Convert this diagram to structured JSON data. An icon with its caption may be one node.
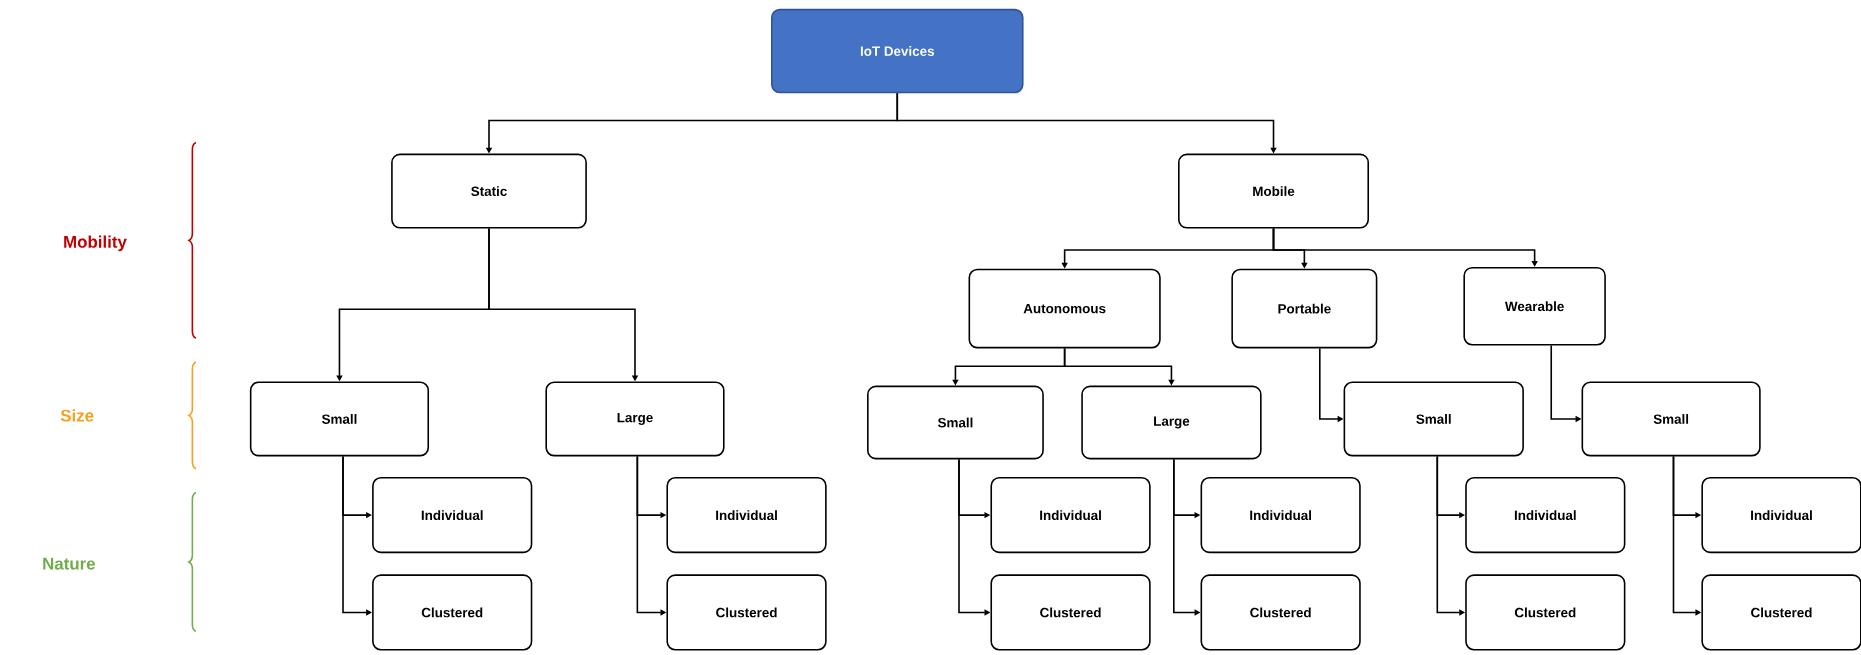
{
  "diagram": {
    "nodes": [
      {
        "text": [
          "IoT Devices"
        ]
      },
      {
        "text": [
          "Static"
        ]
      },
      {
        "text": [
          "Mobile"
        ]
      },
      {
        "text": [
          "Autonomous"
        ]
      },
      {
        "text": [
          "Portable"
        ]
      },
      {
        "text": [
          "Wearable"
        ]
      },
      {
        "text": [
          "Small"
        ]
      },
      {
        "text": [
          "Large"
        ]
      },
      {
        "text": [
          "Small"
        ]
      },
      {
        "text": [
          "Large"
        ]
      },
      {
        "text": [
          "Small"
        ]
      },
      {
        "text": [
          "Small"
        ]
      },
      {
        "text": [
          "Individual"
        ]
      },
      {
        "text": [
          "Clustered"
        ]
      },
      {
        "text": [
          "Individual"
        ]
      },
      {
        "text": [
          "Clustered"
        ]
      },
      {
        "text": [
          "Individual"
        ]
      },
      {
        "text": [
          "Clustered"
        ]
      },
      {
        "text": [
          "Individual"
        ]
      },
      {
        "text": [
          "Clustered"
        ]
      },
      {
        "text": [
          "Individual"
        ]
      },
      {
        "text": [
          "Clustered"
        ]
      },
      {
        "text": [
          "Individual"
        ]
      },
      {
        "text": [
          "Clustered"
        ]
      }
    ],
    "edges": [
      {
        "from": 0,
        "to": 1,
        "arrow": "to"
      },
      {
        "from": 0,
        "to": 2,
        "arrow": "to"
      },
      {
        "from": 1,
        "to": 6,
        "arrow": "to"
      },
      {
        "from": 1,
        "to": 7,
        "arrow": "to"
      },
      {
        "from": 2,
        "to": 3,
        "arrow": "to"
      },
      {
        "from": 2,
        "to": 4,
        "arrow": "to"
      },
      {
        "from": 2,
        "to": 5,
        "arrow": "to"
      },
      {
        "from": 3,
        "to": 8,
        "arrow": "to"
      },
      {
        "from": 3,
        "to": 9,
        "arrow": "to"
      },
      {
        "from": 4,
        "to": 10,
        "arrow": "to"
      },
      {
        "from": 5,
        "to": 11,
        "arrow": "to"
      },
      {
        "from": 6,
        "to": 12,
        "arrow": "to"
      },
      {
        "from": 6,
        "to": 13,
        "arrow": "to"
      },
      {
        "from": 7,
        "to": 14,
        "arrow": "to"
      },
      {
        "from": 7,
        "to": 15,
        "arrow": "to"
      },
      {
        "from": 8,
        "to": 16,
        "arrow": "to"
      },
      {
        "from": 8,
        "to": 17,
        "arrow": "to"
      },
      {
        "from": 9,
        "to": 18,
        "arrow": "to"
      },
      {
        "from": 9,
        "to": 19,
        "arrow": "to"
      },
      {
        "from": 10,
        "to": 20,
        "arrow": "to"
      },
      {
        "from": 10,
        "to": 21,
        "arrow": "to"
      },
      {
        "from": 11,
        "to": 22,
        "arrow": "to"
      },
      {
        "from": 11,
        "to": 23,
        "arrow": "to"
      }
    ],
    "labels": [
      "Mobility",
      "Size",
      "Nature"
    ]
  }
}
